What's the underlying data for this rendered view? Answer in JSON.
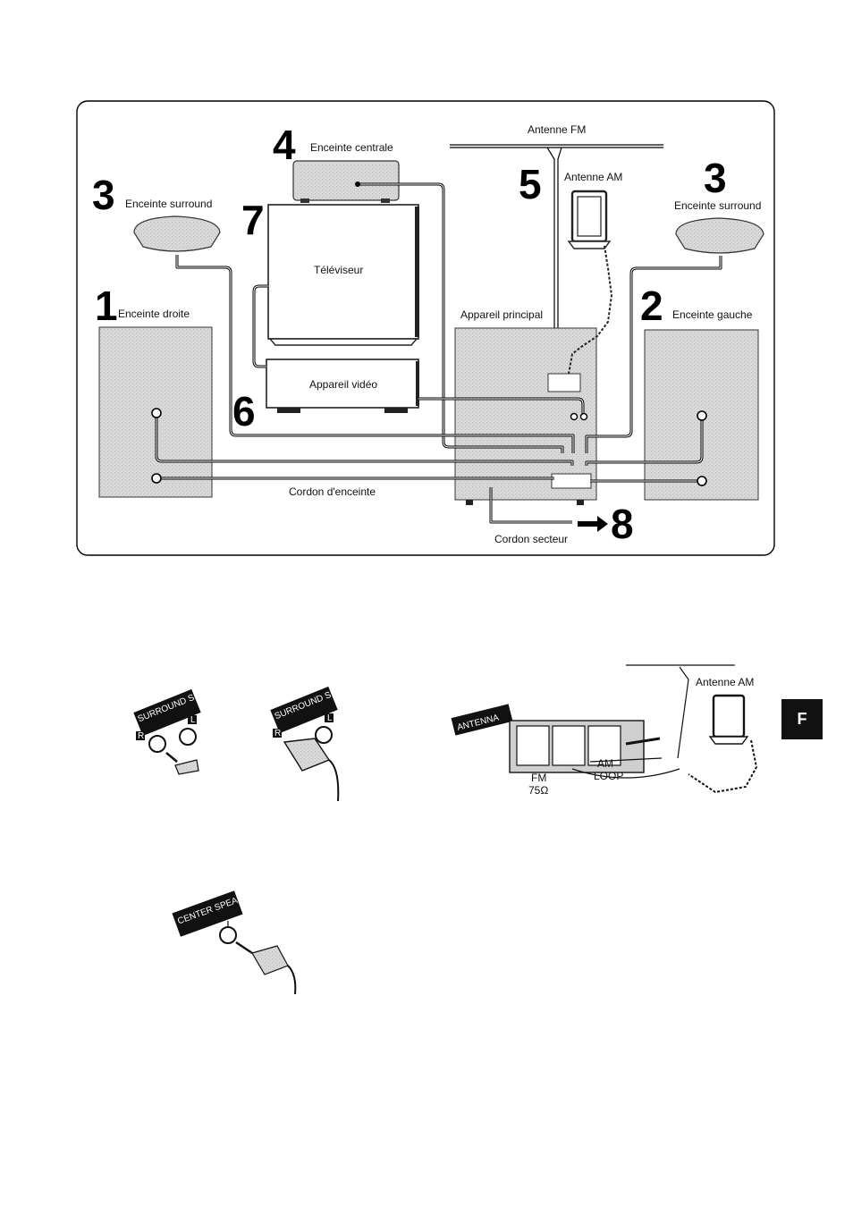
{
  "diagram": {
    "labels": {
      "center_speaker": "Enceinte centrale",
      "surround_left_side": "Enceinte surround",
      "surround_right_side": "Enceinte surround",
      "tv": "Téléviseur",
      "vcr": "Appareil vidéo",
      "right_speaker": "Enceinte droite",
      "left_speaker": "Enceinte gauche",
      "main_unit": "Appareil principal",
      "fm_antenna": "Antenne FM",
      "am_antenna": "Antenne AM",
      "speaker_cord": "Cordon d'enceinte",
      "power_cord": "Cordon secteur"
    },
    "step_numbers": {
      "right_speaker": "1",
      "left_speaker": "2",
      "surround_a": "3",
      "surround_b": "3",
      "center": "4",
      "antenna": "5",
      "vcr": "6",
      "tv": "7",
      "power": "8"
    }
  },
  "details": {
    "surround_tag": "SURROUND SPEAKERS",
    "surround_r": "R",
    "surround_l": "L",
    "antenna_tag": "ANTENNA",
    "antenna_am_label": "Antenne AM",
    "fm_terminal": "FM",
    "fm_ohm": "75Ω",
    "am_terminal": "AM",
    "loop": "LOOP",
    "center_tag": "CENTER SPEAKER"
  },
  "section_tab": "F"
}
